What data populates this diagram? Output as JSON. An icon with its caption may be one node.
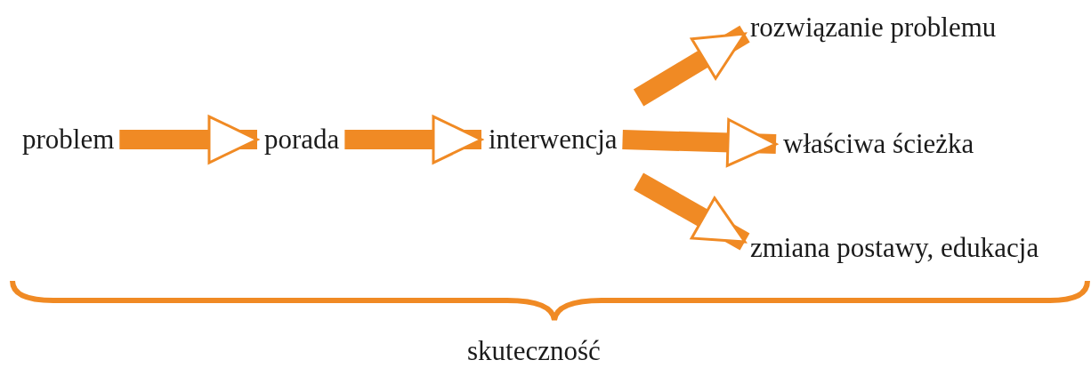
{
  "diagram": {
    "nodes": [
      {
        "text": [
          "problem"
        ]
      },
      {
        "text": [
          "porada"
        ]
      },
      {
        "text": [
          "interwencja"
        ]
      },
      {
        "text": [
          "rozwiązanie problemu"
        ]
      },
      {
        "text": [
          "właściwa ścieżka"
        ]
      },
      {
        "text": [
          "zmiana postawy, edukacja"
        ]
      }
    ],
    "edges": [
      {
        "from": 0,
        "to": 1,
        "arrow": "to"
      },
      {
        "from": 1,
        "to": 2,
        "arrow": "to"
      },
      {
        "from": 2,
        "to": 3,
        "arrow": "to"
      },
      {
        "from": 2,
        "to": 4,
        "arrow": "to"
      },
      {
        "from": 2,
        "to": 5,
        "arrow": "to"
      }
    ],
    "labels": [
      "skuteczność"
    ]
  }
}
